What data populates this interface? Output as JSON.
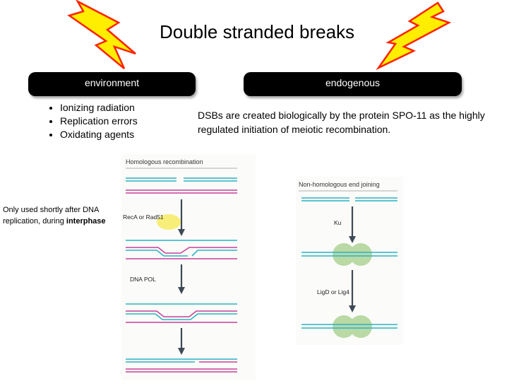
{
  "slide": {
    "title": "Double stranded breaks",
    "banners": {
      "environment": "environment",
      "endogenous": "endogenous"
    },
    "environment_causes": [
      "Ionizing radiation",
      "Replication errors",
      "Oxidating agents"
    ],
    "endogenous_text": "DSBs are created biologically by the protein SPO-11 as the highly regulated initiation of meiotic recombination.",
    "hr_note": {
      "text": "Only used shortly after DNA replication, during",
      "emphasis": "interphase"
    }
  },
  "hr_diagram": {
    "title": "Homologous recombination",
    "step1_label": "RecA or Rad51",
    "step2_label": "DNA POL"
  },
  "nhej_diagram": {
    "title": "Non-homologous end joining",
    "step1_label": "Ku",
    "step2_label": "LigD or Lig4"
  },
  "colors": {
    "lightning_fill": "#ffee00",
    "lightning_stroke": "#ff2200",
    "strand_teal": "#2bb3c6",
    "strand_magenta": "#c8419a",
    "protein_green": "#b9d9a5",
    "reca_highlight": "#f6ec6a",
    "arrow": "#3d4a55"
  }
}
